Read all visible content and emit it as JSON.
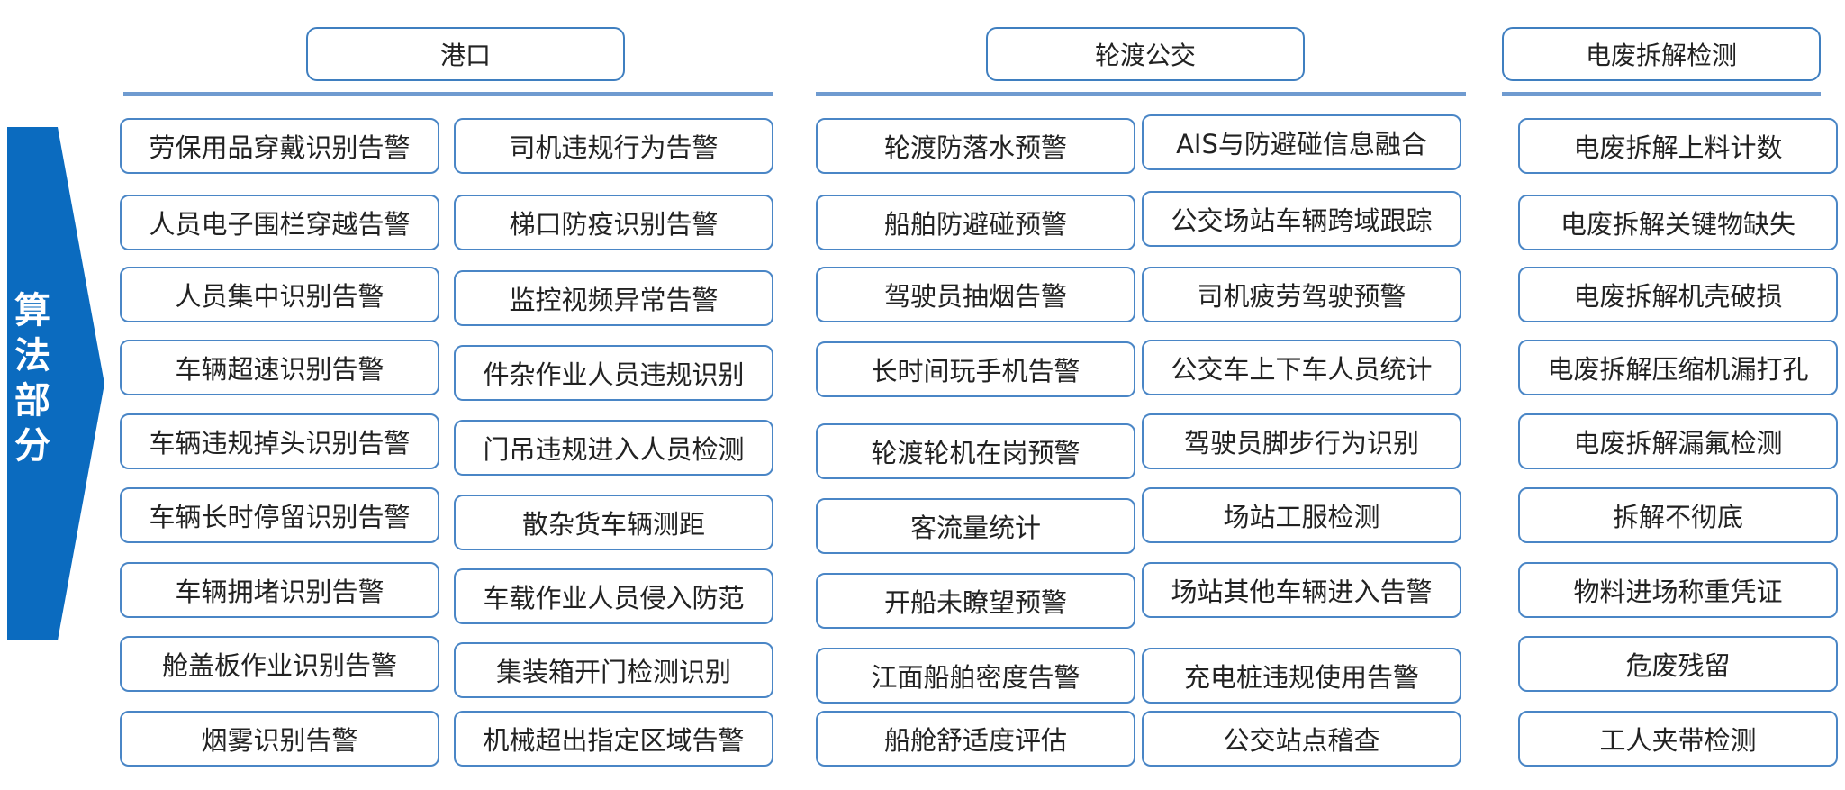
{
  "side_label": "算法部分",
  "side_chars": [
    "算",
    "法",
    "部",
    "分"
  ],
  "colors": {
    "accent": "#0b6bbf",
    "border": "#4a86c6",
    "rule": "#6f9bd0"
  },
  "sections": [
    {
      "title": "港口",
      "columns": [
        [
          "劳保用品穿戴识别告警",
          "人员电子围栏穿越告警",
          "人员集中识别告警",
          "车辆超速识别告警",
          "车辆违规掉头识别告警",
          "车辆长时停留识别告警",
          "车辆拥堵识别告警",
          "舱盖板作业识别告警",
          "烟雾识别告警"
        ],
        [
          "司机违规行为告警",
          "梯口防疫识别告警",
          "监控视频异常告警",
          "件杂作业人员违规识别",
          "门吊违规进入人员检测",
          "散杂货车辆测距",
          "车载作业人员侵入防范",
          "集装箱开门检测识别",
          "机械超出指定区域告警"
        ]
      ]
    },
    {
      "title": "轮渡公交",
      "columns": [
        [
          "轮渡防落水预警",
          "船舶防避碰预警",
          "驾驶员抽烟告警",
          "长时间玩手机告警",
          "轮渡轮机在岗预警",
          "客流量统计",
          "开船未瞭望预警",
          "江面船舶密度告警",
          "船舱舒适度评估"
        ],
        [
          "AIS与防避碰信息融合",
          "公交场站车辆跨域跟踪",
          "司机疲劳驾驶预警",
          "公交车上下车人员统计",
          "驾驶员脚步行为识别",
          "场站工服检测",
          "场站其他车辆进入告警",
          "充电桩违规使用告警",
          "公交站点稽查"
        ]
      ]
    },
    {
      "title": "电废拆解检测",
      "columns": [
        [
          "电废拆解上料计数",
          "电废拆解关键物缺失",
          "电废拆解机壳破损",
          "电废拆解压缩机漏打孔",
          "电废拆解漏氟检测",
          "拆解不彻底",
          "物料进场称重凭证",
          "危废残留",
          "工人夹带检测"
        ]
      ]
    }
  ]
}
